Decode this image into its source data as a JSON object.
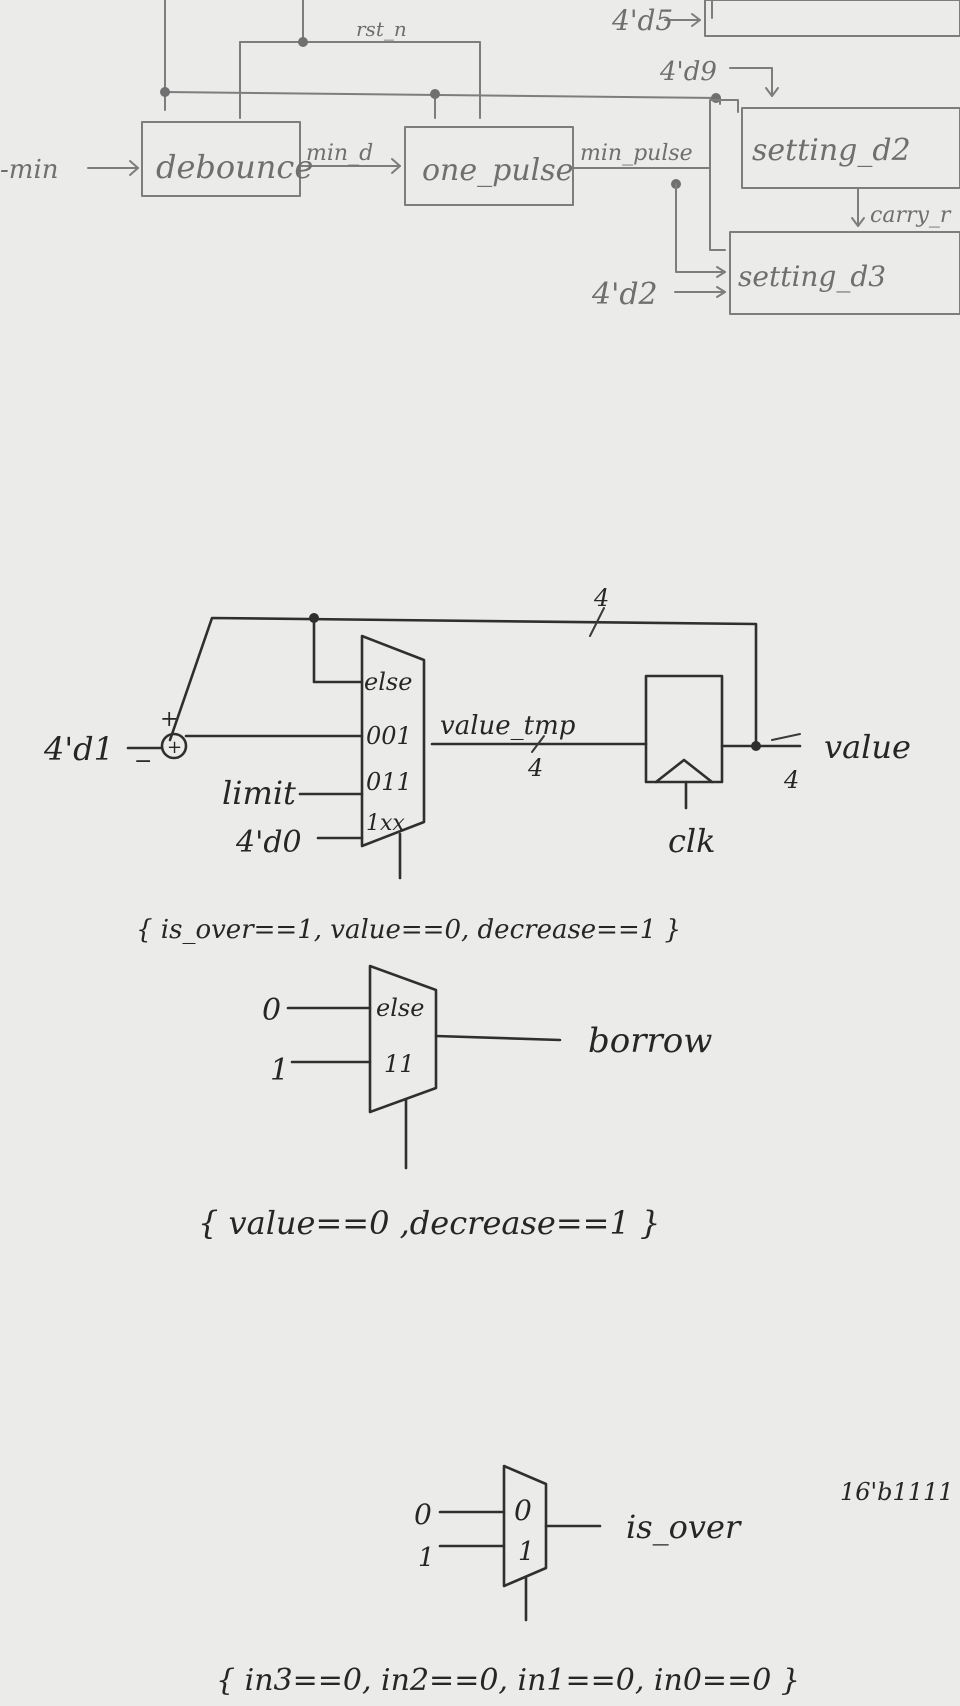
{
  "top_block": {
    "in_min": "-min",
    "rst_n": "rst_n",
    "debounce": "debounce",
    "min_d": "min_d",
    "one_pulse": "one_pulse",
    "min_pulse": "min_pulse",
    "c_4d5": "4'd5",
    "c_4d9": "4'd9",
    "setting_d2": "setting_d2",
    "carry": "carry_r",
    "setting_d3": "setting_d3",
    "c_4d2": "4'd2"
  },
  "counter_block": {
    "bus_width_top": "4",
    "c_4d1": "4'd1",
    "plus": "+",
    "minus": "−",
    "adder": "+",
    "mux_else": "else",
    "mux_001": "001",
    "mux_011": "011",
    "mux_1xx": "1xx",
    "limit": "limit",
    "c_4d0": "4'd0",
    "value_tmp": "value_tmp",
    "width_tmp": "4",
    "clk": "clk",
    "value": "value",
    "width_value": "4",
    "select": "{ is_over==1, value==0, decrease==1 }"
  },
  "borrow_block": {
    "in0": "0",
    "in1": "1",
    "mux_else": "else",
    "mux_11": "11",
    "borrow": "borrow",
    "select": "{ value==0 ,decrease==1 }"
  },
  "isover_block": {
    "in0": "0",
    "in1": "1",
    "mux_0": "0",
    "mux_1": "1",
    "is_over": "is_over",
    "select": "{ in3==0, in2==0, in1==0, in0==0 }",
    "side_note": "16'b1111"
  }
}
